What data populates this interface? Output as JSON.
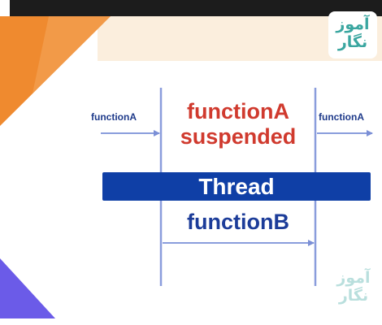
{
  "diagram": {
    "left_call_label": "functionA",
    "right_call_label": "functionA",
    "suspended_line1": "functionA",
    "suspended_line2": "suspended",
    "thread_label": "Thread",
    "function_b_label": "functionB"
  },
  "watermark": {
    "line1": "آموز",
    "line2": "نگار"
  },
  "colors": {
    "orange_accent": "#ef8a2f",
    "purple_accent": "#6b5be8",
    "thread_bar": "#0f3fa6",
    "suspended_text": "#d03a2e",
    "arrow": "#7b8fd6",
    "logo": "#3aa6a0"
  }
}
